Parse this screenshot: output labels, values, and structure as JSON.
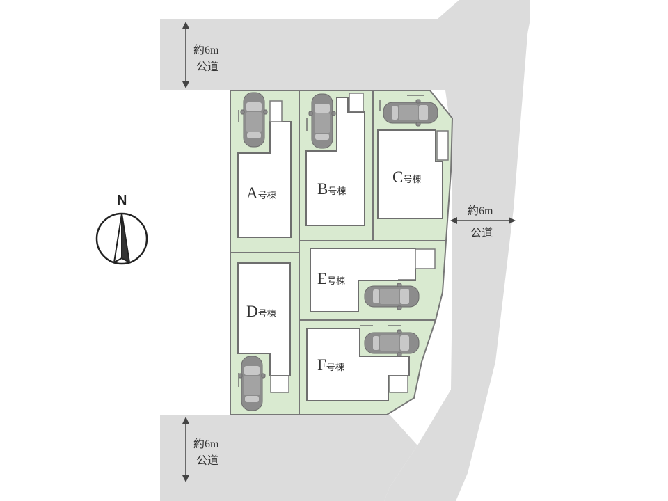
{
  "compass": {
    "label": "N"
  },
  "roads": {
    "north": {
      "line1": "約6m",
      "line2": "公道"
    },
    "east": {
      "line1": "約6m",
      "line2": "公道"
    },
    "south": {
      "line1": "約6m",
      "line2": "公道"
    }
  },
  "lots": [
    {
      "id": "A",
      "letter": "A",
      "suffix": "号棟"
    },
    {
      "id": "B",
      "letter": "B",
      "suffix": "号棟"
    },
    {
      "id": "C",
      "letter": "C",
      "suffix": "号棟"
    },
    {
      "id": "D",
      "letter": "D",
      "suffix": "号棟"
    },
    {
      "id": "E",
      "letter": "E",
      "suffix": "号棟"
    },
    {
      "id": "F",
      "letter": "F",
      "suffix": "号棟"
    }
  ],
  "colors": {
    "road": "#dcdcdc",
    "lot": "#d9ead0",
    "house": "#ffffff"
  }
}
